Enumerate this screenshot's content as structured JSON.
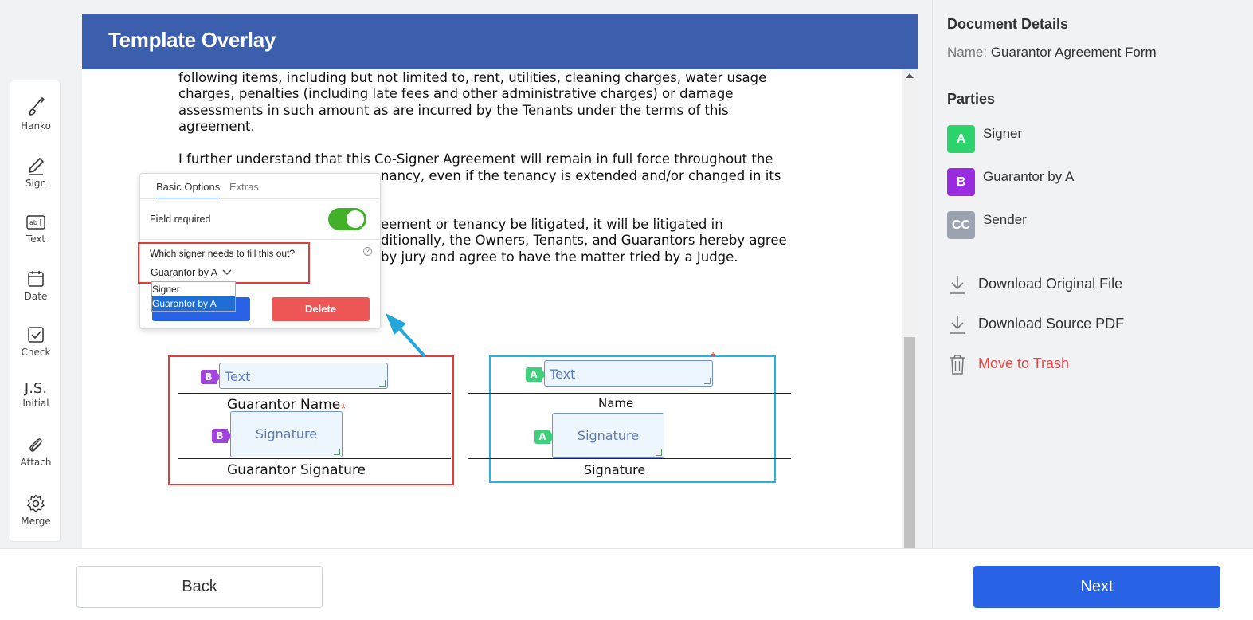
{
  "toolbar": {
    "items": [
      {
        "label": "Hanko",
        "icon": "brush-icon"
      },
      {
        "label": "Sign",
        "icon": "pen-icon"
      },
      {
        "label": "Text",
        "icon": "textbox-icon"
      },
      {
        "label": "Date",
        "icon": "calendar-icon"
      },
      {
        "label": "Check",
        "icon": "checkbox-icon"
      },
      {
        "label": "Initial",
        "icon_text": "J.S."
      },
      {
        "label": "Attach",
        "icon": "paperclip-icon"
      },
      {
        "label": "Merge",
        "icon": "gear-icon"
      }
    ]
  },
  "panel": {
    "title": "Template Overlay"
  },
  "document": {
    "lines": [
      "following items, including but not limited to, rent, utilities, cleaning charges, water usage",
      "charges, penalties (including late fees and other administrative charges) or damage",
      "assessments in such amount as are incurred by the Tenants under the terms of this",
      "agreement.",
      "I further understand that this Co-Signer Agreement will remain in full force throughout the",
      "nancy, even if the tenancy is extended and/or changed in its",
      "eement or tenancy be litigated, it will be litigated in",
      "ditionally, the Owners, Tenants, and Guarantors hereby agree",
      "by jury and agree to have the matter tried by a Judge."
    ]
  },
  "fields": {
    "guarantor_text": {
      "badge": "B",
      "placeholder": "Text",
      "label": "Guarantor Name"
    },
    "guarantor_signature": {
      "badge": "B",
      "placeholder": "Signature",
      "label": "Guarantor Signature"
    },
    "signer_text": {
      "badge": "A",
      "placeholder": "Text",
      "label": "Name"
    },
    "signer_signature": {
      "badge": "A",
      "placeholder": "Signature",
      "label": "Signature"
    },
    "required_mark": "*"
  },
  "popup": {
    "tabs": [
      "Basic Options",
      "Extras"
    ],
    "field_required_label": "Field required",
    "field_required": true,
    "signer_question": "Which signer needs to fill this out?",
    "selected_signer": "Guarantor by A",
    "options": [
      "Signer",
      "Guarantor by A"
    ],
    "save_label": "Save",
    "delete_label": "Delete",
    "help_glyph": "?"
  },
  "sidebar": {
    "details_heading": "Document Details",
    "name_label": "Name:",
    "name_value": "Guarantor Agreement Form",
    "parties_heading": "Parties",
    "parties": [
      {
        "badge": "A",
        "name": "Signer",
        "color": "#2bd46b"
      },
      {
        "badge": "B",
        "name": "Guarantor by A",
        "color": "#9a2be0"
      },
      {
        "badge": "CC",
        "name": "Sender",
        "color": "#9aa3af"
      }
    ],
    "actions": [
      {
        "label": "Download Original File",
        "icon": "download-icon"
      },
      {
        "label": "Download Source PDF",
        "icon": "download-icon"
      },
      {
        "label": "Move to Trash",
        "icon": "trash-icon",
        "color": "#e64848"
      }
    ]
  },
  "footer": {
    "back_label": "Back",
    "next_label": "Next"
  },
  "colors": {
    "header": "#3b5fad",
    "primary": "#2763e4",
    "danger": "#ee5656",
    "highlight_red": "#e23b3b",
    "highlight_blue": "#27b3e0"
  }
}
